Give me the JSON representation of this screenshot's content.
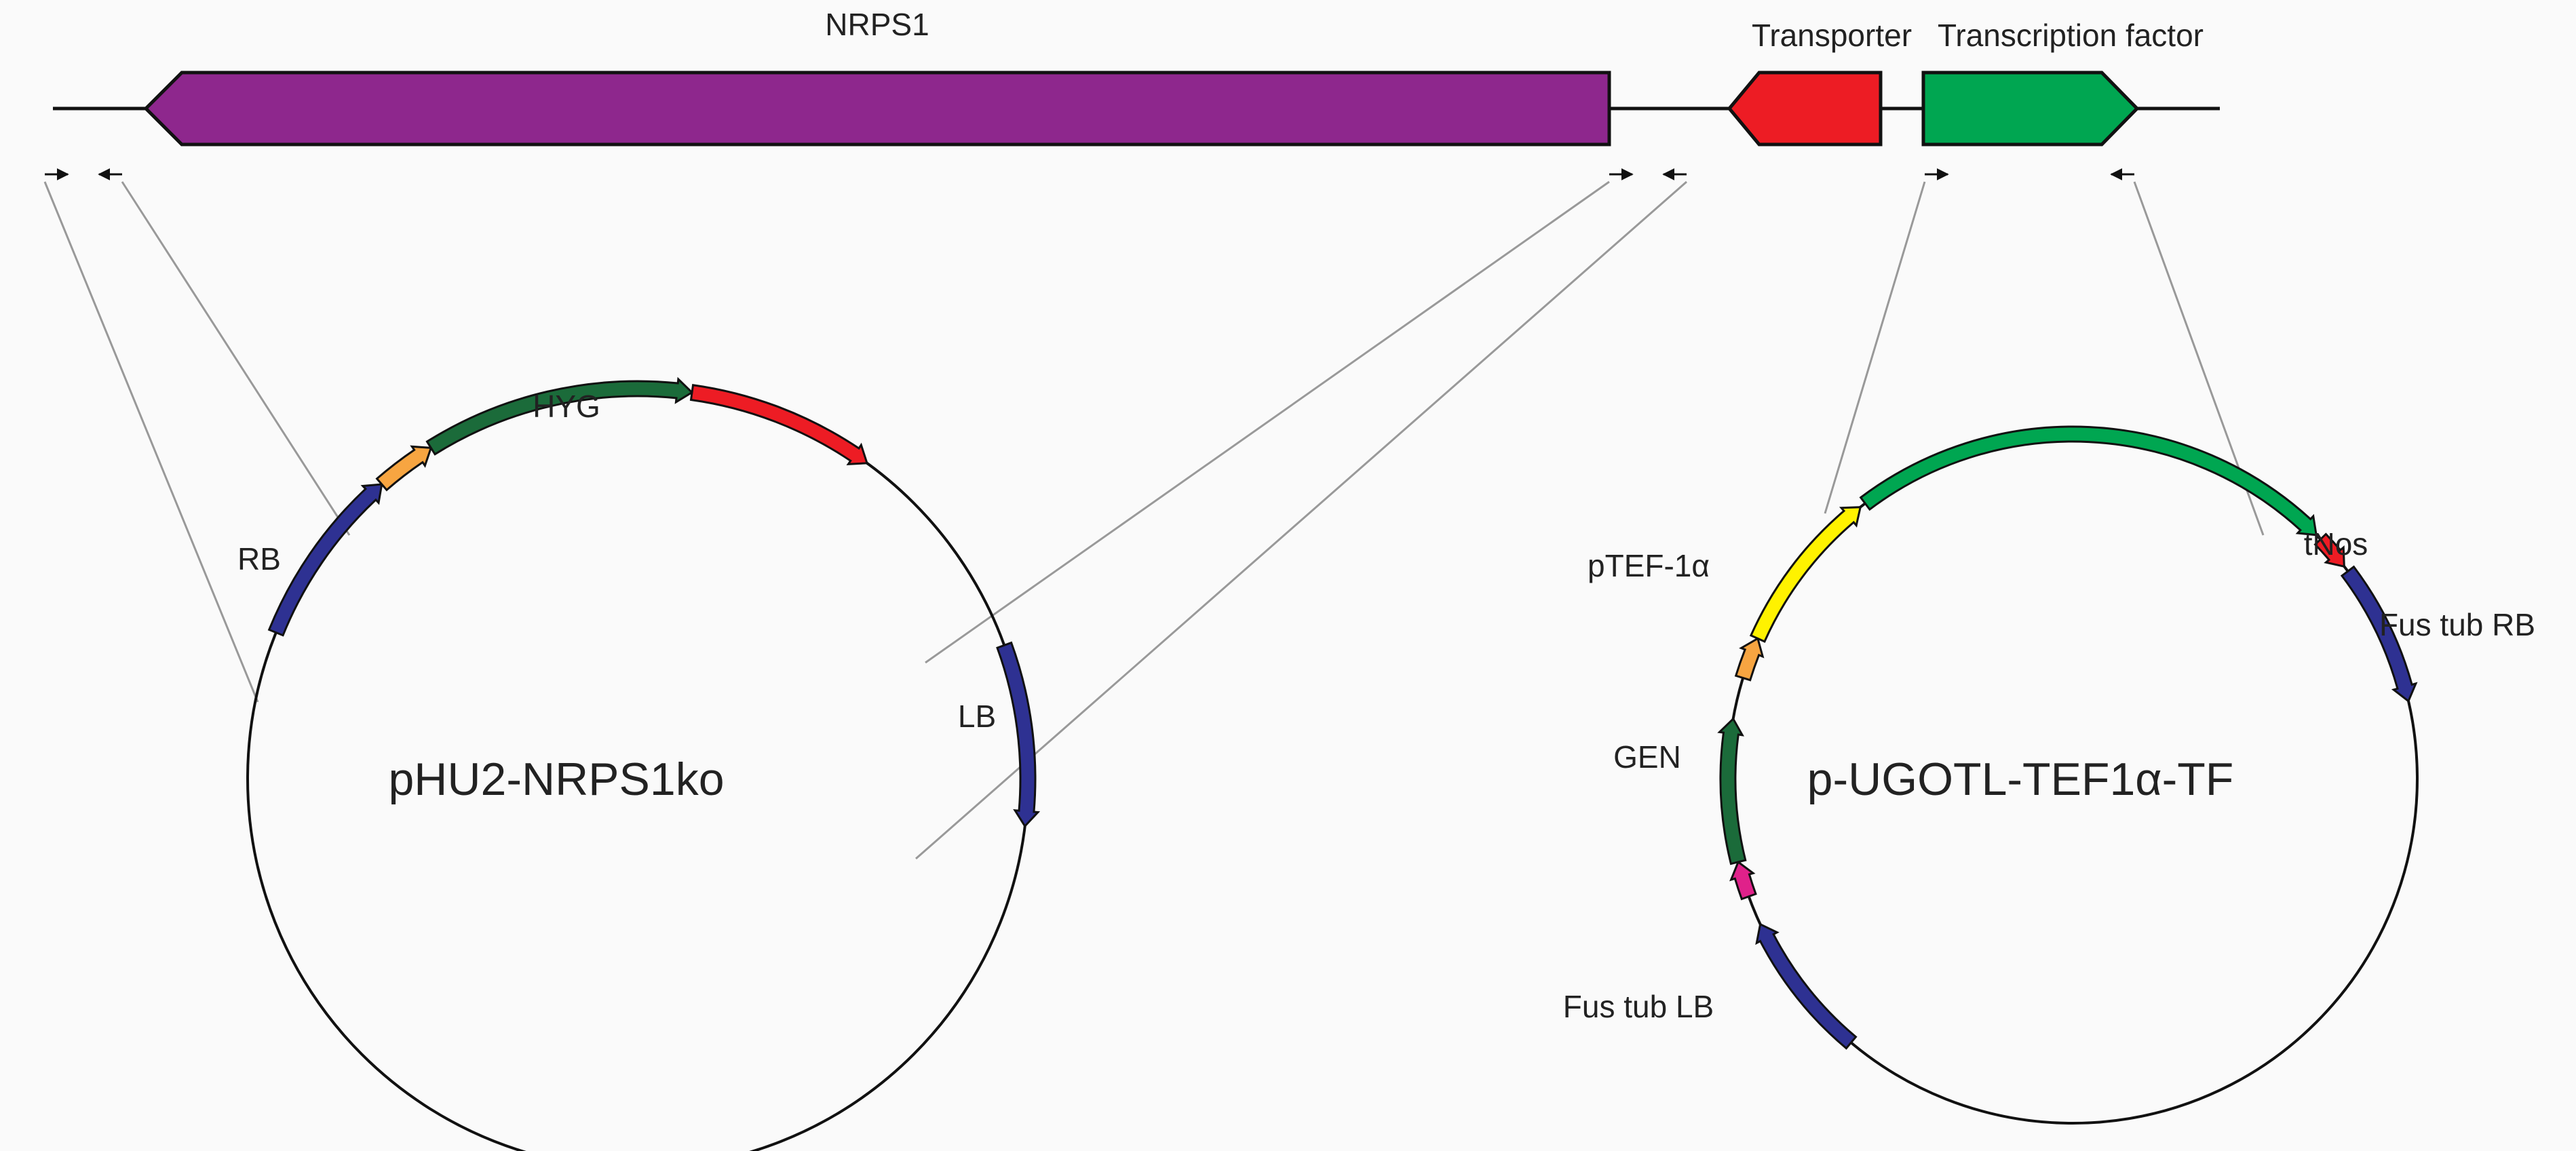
{
  "gene_cluster": {
    "genes": [
      {
        "id": "nrps1",
        "label": "NRPS1",
        "color": "#8e278d"
      },
      {
        "id": "transporter",
        "label": "Transporter",
        "color": "#ed1c24"
      },
      {
        "id": "tf",
        "label": "Transcription factor",
        "color": "#00a651"
      }
    ]
  },
  "plasmids": [
    {
      "id": "phu2",
      "name": "pHU2-NRPS1ko",
      "features": [
        {
          "id": "rb",
          "label": "RB",
          "color": "#2e3192"
        },
        {
          "id": "orange",
          "label": "",
          "color": "#f7a541"
        },
        {
          "id": "hyg",
          "label": "HYG",
          "color": "#1b6b3a"
        },
        {
          "id": "red",
          "label": "",
          "color": "#ed1c24"
        },
        {
          "id": "lb",
          "label": "LB",
          "color": "#2e3192"
        }
      ]
    },
    {
      "id": "pugotl",
      "name": "p-UGOTL-TEF1α-TF",
      "features": [
        {
          "id": "tf-insert",
          "label": "",
          "color": "#00a651"
        },
        {
          "id": "tnos",
          "label": "tNos",
          "color": "#ed1c24"
        },
        {
          "id": "fus-tub-rb",
          "label": "Fus tub RB",
          "color": "#2e3192"
        },
        {
          "id": "fus-tub-lb",
          "label": "Fus tub LB",
          "color": "#2e3192"
        },
        {
          "id": "magenta",
          "label": "",
          "color": "#e0218a"
        },
        {
          "id": "gen",
          "label": "GEN",
          "color": "#1b6b3a"
        },
        {
          "id": "orange2",
          "label": "",
          "color": "#f7a541"
        },
        {
          "id": "ptef",
          "label": "pTEF-1α",
          "color": "#fff200"
        }
      ]
    }
  ]
}
